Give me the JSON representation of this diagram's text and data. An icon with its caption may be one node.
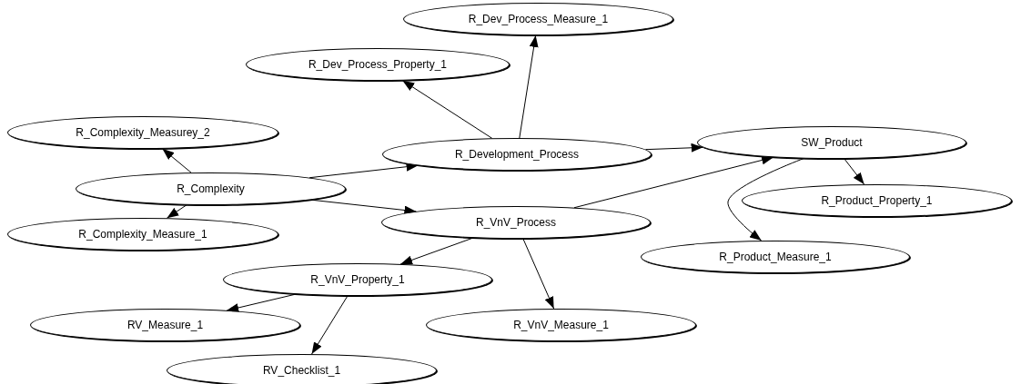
{
  "diagram": {
    "nodes": [
      {
        "text": [
          "R_Dev_Process_Measure_1"
        ]
      },
      {
        "text": [
          "R_Dev_Process_Property_1"
        ]
      },
      {
        "text": [
          "R_Complexity_Measurey_2"
        ]
      },
      {
        "text": [
          "R_Development_Process"
        ]
      },
      {
        "text": [
          "SW_Product"
        ]
      },
      {
        "text": [
          "R_Complexity"
        ]
      },
      {
        "text": [
          "R_Product_Property_1"
        ]
      },
      {
        "text": [
          "R_VnV_Process"
        ]
      },
      {
        "text": [
          "R_Complexity_Measure_1"
        ]
      },
      {
        "text": [
          "R_Product_Measure_1"
        ]
      },
      {
        "text": [
          "R_VnV_Property_1"
        ]
      },
      {
        "text": [
          "RV_Measure_1"
        ]
      },
      {
        "text": [
          "R_VnV_Measure_1"
        ]
      },
      {
        "text": [
          "RV_Checklist_1"
        ]
      }
    ],
    "edges": [
      {
        "from": 5,
        "to": 2,
        "arrow": "to"
      },
      {
        "from": 5,
        "to": 8,
        "arrow": "to"
      },
      {
        "from": 5,
        "to": 3,
        "arrow": "to"
      },
      {
        "from": 5,
        "to": 7,
        "arrow": "to"
      },
      {
        "from": 3,
        "to": 1,
        "arrow": "to"
      },
      {
        "from": 3,
        "to": 0,
        "arrow": "to"
      },
      {
        "from": 3,
        "to": 4,
        "arrow": "to"
      },
      {
        "from": 7,
        "to": 4,
        "arrow": "to"
      },
      {
        "from": 7,
        "to": 10,
        "arrow": "to"
      },
      {
        "from": 7,
        "to": 12,
        "arrow": "to"
      },
      {
        "from": 10,
        "to": 11,
        "arrow": "to"
      },
      {
        "from": 10,
        "to": 13,
        "arrow": "to"
      },
      {
        "from": 4,
        "to": 6,
        "arrow": "to"
      },
      {
        "from": 4,
        "to": 9,
        "arrow": "to"
      }
    ]
  }
}
